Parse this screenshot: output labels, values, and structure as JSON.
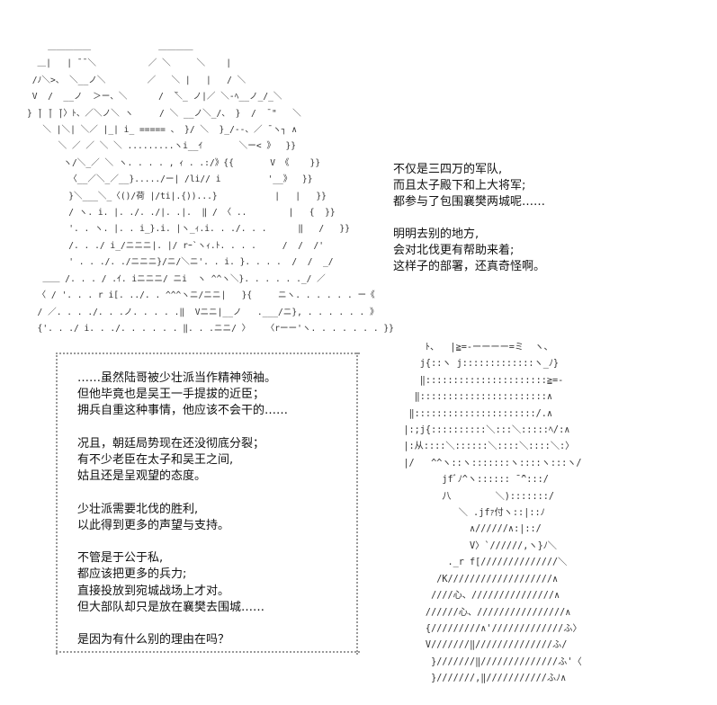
{
  "art_top": {
    "lines": [
      "    ＿＿＿＿＿             ＿＿＿＿",
      "  ＿|   | ̄ ̄ ＼          ／ ＼     ＼    |",
      " /ﾉ＼>、 ＼__ノ＼        ／   ＼ |   |   / ＼",
      " V  /  __ノ  ＞ー、＼      /  ̄＼_ ノ|／ ＼-ﾍ__ノ_/_＼",
      "} ̄| ̄| ̄|〉ﾄ、／＼ノ＼ ヽ     / ＼ __ノ＼_/、 }  /  ̄ \"   ＼",
      "   ＼ |＼| ＼／ |_| i_ ===== 、 }/ ＼  }_/--、／ ̄ ヽ┐ ∧",
      "      ＼ ／ ／ ＼ ＼ .........ヽi__ｲ       ＼ー< 》  }}",
      "       ヽ/＼_／ ＼ ヽ. . . . , ｨ . .:/》{{       V 《    }}",
      "        〈__／＼_／__}...../ー| /li// i         '__》  }}",
      "        }＼___＼_〈()/荷 |/ti|.{))...}           |   |   }}",
      "        / ヽ. i. |. ./. ./|. .|.  ‖ / 〈 ..        |   {  }}",
      "        '. . ヽ. |. . i_}.i. |ヽ_ｨ.i. . ./. . .      ‖   /   }}",
      "        /. . ./ i_/ニニニ|. |/ rｰ`ヽｨ.ﾄ. . . .     /  /  /'",
      "        ' . . ./. ./ニニニ}/ニ/＼ニ'. . i. }. . . .  /  /  _/",
      "   ＿＿ /. . . / .ｲ. iニニニ/ ニi  ヽ ^^ヽ＼}. . . . . ._/ ／",
      "  〈 / '. . . r i[. ../. . ^^^ヽニ/ニニ|   }{     ニヽ. . . . . . ー《",
      "  / ／. . . ./. . .ノ. . . . .‖  Vニニ|__ノ   .___/ニ}, . . . . . . 》",
      "  {'. . ./ i. . ./. . . . . . ‖. . .ニニ/ 〉   〈rーー'ヽ. . . . . . . }}"
    ]
  },
  "caption_top": {
    "lines": [
      "不仅是三四万的军队,",
      "而且太子殿下和上大将军;",
      "都参与了包围襄樊两城呢……",
      "",
      "明明去别的地方,",
      "会对北伐更有帮助来着;",
      "这样子的部署，还真奇怪啊。"
    ]
  },
  "speech_box": {
    "lines": [
      "……虽然陆哥被少壮派当作精神领袖。",
      "但他毕竟也是吴王一手提拔的近臣；",
      "拥兵自重这种事情，他应该不会干的……",
      "",
      "况且，朝廷局势现在还没彻底分裂；",
      "有不少老臣在太子和吴王之间,",
      "姑且还是呈观望的态度。",
      "",
      "少壮派需要北伐的胜利,",
      "以此得到更多的声望与支持。",
      "",
      "不管是于公于私,",
      "都应该把更多的兵力;",
      "直接投放到宛城战场上才对。",
      "但大部队却只是放在襄樊去围城……",
      "",
      "是因为有什么别的理由在吗？"
    ]
  },
  "art_right": {
    "lines": [
      "       ﾄ、  |≧=-ーーーー=ミ  ヽ、",
      "      j{::ヽ j:::::::::::::ヽ_ﾉ}",
      "      ‖::::::::::::::::::::::≧=-",
      "     ‖:::::::::::::::::::::::∧",
      "    ‖::::::::::::::::::::::/.∧",
      "   |:;j{::::::::::＼:::＼:::::ﾍ/:∧",
      "   |:从::::＼::::::＼::::＼::::＼:〉",
      "   |/   ^^ヽ::ヽ:::::::ヽ::::ヽ:::ヽ/",
      "          jfﾞﾉ^ヽ:::::: ̄ ̄^:::/",
      "          八        ＼):::::::/",
      "             ＼ .jfｧ付ヽ::|::ﾉ",
      "               ∧//////∧:|::/",
      "               V〉`//////,ヽ}ﾉ＼",
      "           ._r f[//////////////＼",
      "         /K///////////////////∧",
      "        ////心、///////////////∧",
      "       //////心、////////////////∧",
      "       {/////////∧'/////////////ふ〉",
      "       V///////‖//////////////ふ/",
      "        }///////‖//////////////ふ'〈",
      "        }///////,‖///////////ふﾉ∧"
    ]
  }
}
